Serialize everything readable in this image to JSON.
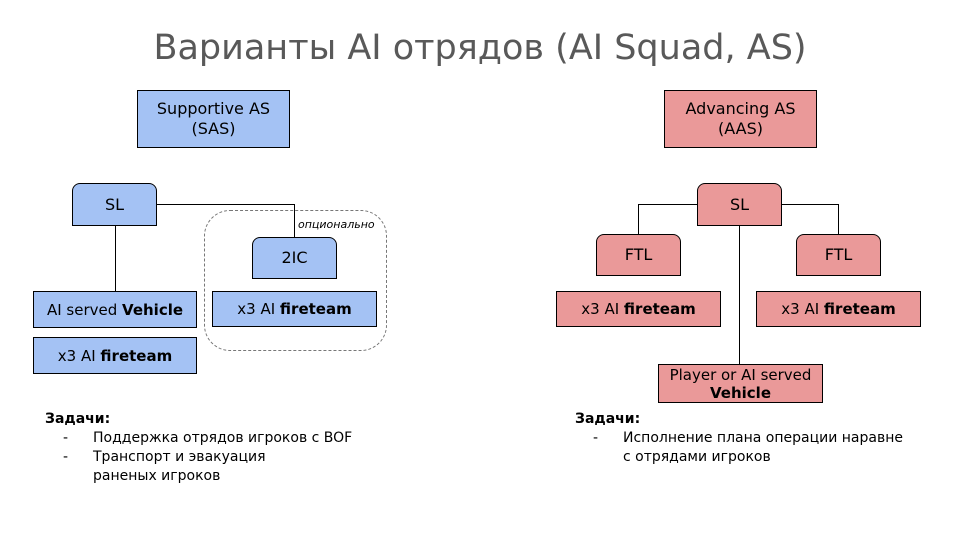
{
  "title": "Варианты AI отрядов (AI Squad, AS)",
  "left": {
    "header_line1": "Supportive AS",
    "header_line2": "(SAS)",
    "sl": "SL",
    "ic": "2IC",
    "optional": "опционально",
    "vehicle_prefix": "AI served",
    "vehicle_bold": "Vehicle",
    "fireteam_prefix": "x3 AI",
    "fireteam_bold": "fireteam",
    "tasks_title": "Задачи:",
    "tasks": [
      "Поддержка отрядов игроков с BOF",
      "Транспорт и эвакуация раненых игроков"
    ]
  },
  "right": {
    "header_line1": "Advancing AS",
    "header_line2": "(AAS)",
    "sl": "SL",
    "ftl": "FTL",
    "fireteam_prefix": "x3 AI",
    "fireteam_bold": "fireteam",
    "vehicle_line1": "Player or AI served",
    "vehicle_bold": "Vehicle",
    "tasks_title": "Задачи:",
    "tasks": [
      "Исполнение плана операции наравне с отрядами игроков"
    ]
  },
  "colors": {
    "blue": "#a4c2f4",
    "red": "#ea9999",
    "title": "#595959"
  }
}
